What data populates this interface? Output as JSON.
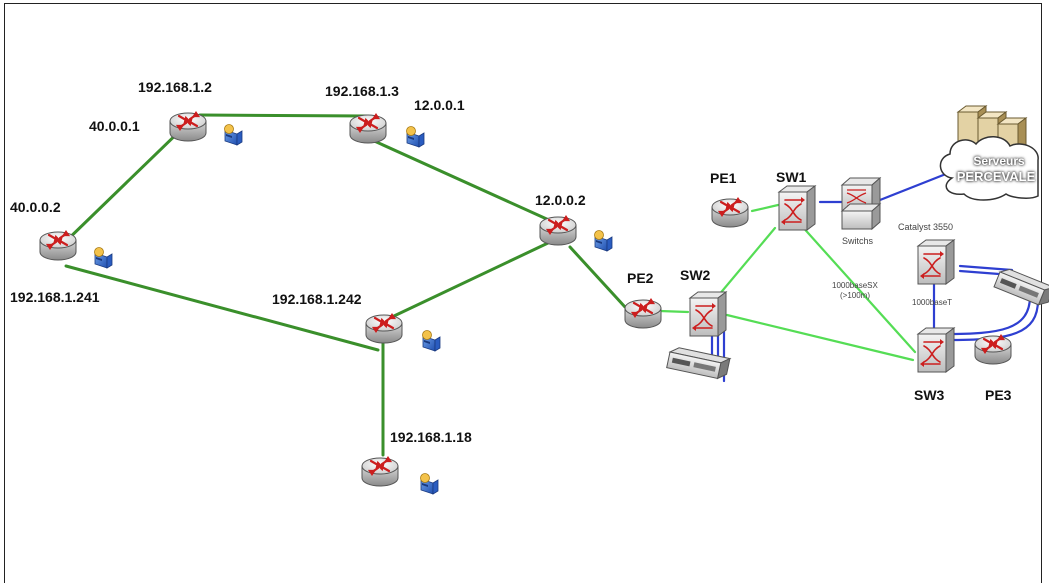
{
  "colors": {
    "link_green": "#3a8f2b",
    "link_light_green": "#55dd55",
    "link_blue": "#2e3fd1",
    "frame": "#222222"
  },
  "labels": {
    "r_40_0_0_2": "40.0.0.2",
    "r_192_168_1_241": "192.168.1.241",
    "r_192_168_1_2": "192.168.1.2",
    "r_40_0_0_1": "40.0.0.1",
    "r_192_168_1_3": "192.168.1.3",
    "r_12_0_0_1": "12.0.0.1",
    "r_12_0_0_2": "12.0.0.2",
    "r_192_168_1_242": "192.168.1.242",
    "r_192_168_1_18": "192.168.1.18",
    "pe1": "PE1",
    "pe2": "PE2",
    "pe3": "PE3",
    "sw1": "SW1",
    "sw2": "SW2",
    "sw3": "SW3",
    "switchs": "Switchs",
    "catalyst": "Catalyst 3550",
    "base_sx_line1": "1000baseSX",
    "base_sx_line2": "(>100m)",
    "base_t": "1000baseT",
    "cloud_line1": "Serveurs",
    "cloud_line2": "PERCEVALE"
  },
  "icons": {
    "router": "router-icon",
    "switch": "switch-icon",
    "server": "server-icon",
    "cloud": "cloud-icon",
    "computer": "computer-icon"
  }
}
